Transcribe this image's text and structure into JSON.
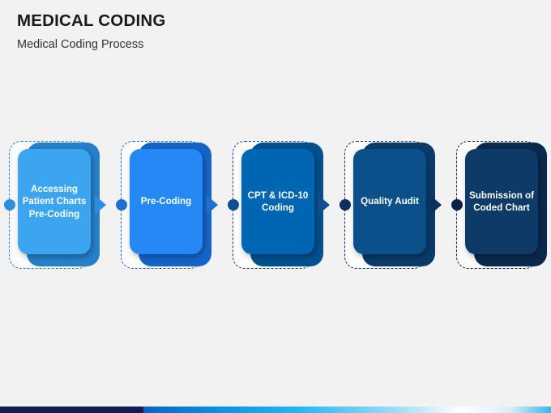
{
  "header": {
    "title": "MEDICAL CODING",
    "subtitle": "Medical Coding Process"
  },
  "flow": {
    "steps": [
      {
        "label": "Accessing Patient Charts Pre-Coding",
        "card_color": "#3ca5f0",
        "shadow_color": "#2580c8",
        "dot_color": "#2a8fe0",
        "arrow_color": "#2a8fe0",
        "dash_color": "#1d7fd6"
      },
      {
        "label": "Pre-Coding",
        "card_color": "#2489f5",
        "shadow_color": "#1565c8",
        "dot_color": "#1f6fd0",
        "arrow_color": "#1f6fd0",
        "dash_color": "#1565c0"
      },
      {
        "label": "CPT & ICD-10 Coding",
        "card_color": "#0066b3",
        "shadow_color": "#01508f",
        "dot_color": "#0f4f91",
        "arrow_color": "#0f4f91",
        "dash_color": "#14427e"
      },
      {
        "label": "Quality Audit",
        "card_color": "#0b5089",
        "shadow_color": "#0a3b6b",
        "dot_color": "#0c2f5e",
        "arrow_color": "#0c2f5e",
        "dash_color": "#0e2f5e"
      },
      {
        "label": "Submission of Coded Chart",
        "card_color": "#0d3a66",
        "shadow_color": "#0a2a4d",
        "dot_color": "#0a2244",
        "arrow_color": "",
        "dash_color": "#0b2544"
      }
    ]
  },
  "bottom_bar": {
    "dark_color": "#141c54",
    "gradient_start": "#0a63c4",
    "gradient_end": "#3ab6ef"
  }
}
